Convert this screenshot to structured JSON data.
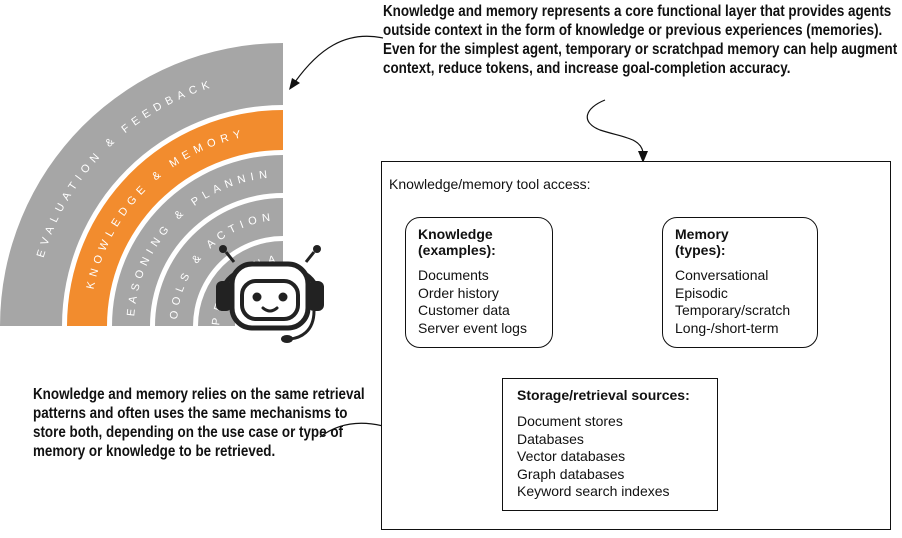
{
  "callouts": {
    "top": "Knowledge and memory represents a core functional layer that provides agents outside context in the form of knowledge or previous experiences (memories). Even for the simplest agent, temporary or scratchpad memory can help augment context, reduce tokens, and increase goal-completion accuracy.",
    "left": "Knowledge and memory relies on the same retrieval patterns and often uses the same mechanisms to store both, depending on the use case or type of memory or knowledge to be retrieved."
  },
  "layers": [
    {
      "label": "EVALUATION & FEEDBACK",
      "color": "#a6a6a6",
      "highlighted": false
    },
    {
      "label": "KNOWLEDGE & MEMORY",
      "color": "#f28c2e",
      "highlighted": true
    },
    {
      "label": "REASONING & PLANNING",
      "color": "#a6a6a6",
      "highlighted": false
    },
    {
      "label": "TOOLS & ACTIONS",
      "color": "#a6a6a6",
      "highlighted": false
    },
    {
      "label": "PERSONA",
      "color": "#a6a6a6",
      "highlighted": false
    }
  ],
  "diagram": {
    "outer_title": "Knowledge/memory tool access:",
    "knowledge": {
      "title_line1": "Knowledge",
      "title_line2": "(examples):",
      "items": [
        "Documents",
        "Order history",
        "Customer data",
        "Server event logs"
      ]
    },
    "memory": {
      "title_line1": "Memory",
      "title_line2": "(types):",
      "items": [
        "Conversational",
        "Episodic",
        "Temporary/scratch",
        "Long-/short-term"
      ]
    },
    "storage": {
      "title": "Storage/retrieval sources:",
      "items": [
        "Document stores",
        "Databases",
        "Vector databases",
        "Graph databases",
        "Keyword search indexes"
      ]
    }
  },
  "colors": {
    "accent": "#f28c2e",
    "layer_gray": "#a6a6a6",
    "robot_dark": "#222222"
  },
  "icons": {
    "agent": "robot-headset-icon"
  }
}
